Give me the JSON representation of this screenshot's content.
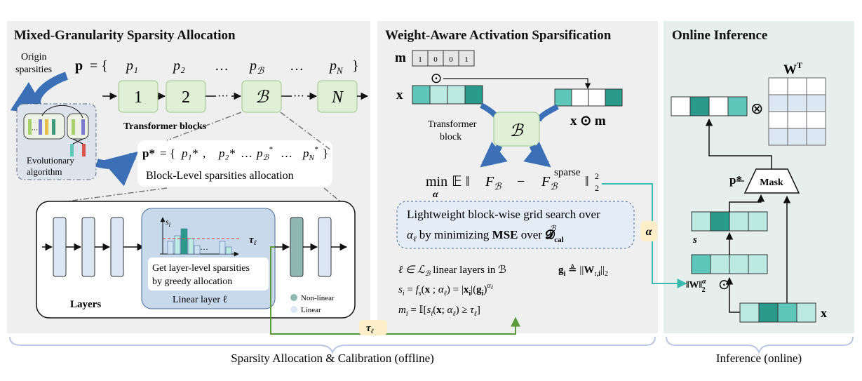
{
  "panels": {
    "left_title": "Mixed-Granularity Sparsity Allocation",
    "middle_title": "Weight-Aware Activation Sparsification",
    "right_title": "Online Inference"
  },
  "left": {
    "origin_sparsities": [
      "Origin",
      "sparsities"
    ],
    "p_vector": {
      "lhs": "p",
      "eq": "= {",
      "items": [
        "p₁",
        "p₂",
        "…",
        "p",
        "…",
        "p"
      ],
      "close": "}"
    },
    "blocks": [
      "1",
      "2",
      "ℬ",
      "N"
    ],
    "dots": "···",
    "transformer_blocks_label": "Transformer blocks",
    "evolutionary_label": [
      "Evolutionary",
      "algorithm"
    ],
    "p_star": {
      "lhs": "p*",
      "eq": "= {",
      "items": [
        "p₁*",
        ",",
        "p₂*",
        "…",
        "p",
        "…",
        "p"
      ],
      "close": "}"
    },
    "block_level_label": "Block-Level sparsities allocation",
    "layers_label": "Layers",
    "linear_layer_label": "Linear layer ℓ",
    "greedy_text": [
      "Get layer-level sparsities",
      "by greedy allocation"
    ],
    "si_label": "s",
    "tau_label": "τ",
    "legend": [
      "Non-linear",
      "Linear"
    ]
  },
  "middle": {
    "m_label": "m",
    "mask_bits": [
      "1",
      "0",
      "0",
      "1"
    ],
    "odot": "⊙",
    "x_label": "x",
    "xm_label": "x ⊙ m",
    "transformer_block_label": [
      "Transformer",
      "block"
    ],
    "block_symbol": "ℬ",
    "objective": {
      "min": "min",
      "alpha": "α",
      "E": "𝔼",
      "bars": "‖",
      "F": "F",
      "minus": "−",
      "sparse": "sparse",
      "norm": "‖",
      "sq": "2",
      "sub": "2"
    },
    "grid_search_text": [
      "Lightweight block-wise grid search over",
      "α",
      " by minimizing ",
      "MSE",
      " over ",
      "𝓓"
    ],
    "cal": "cal",
    "alpha_tag": "α",
    "eq1_left": "ℓ ∈ ℒ",
    "eq1_mid": " linear layers in ℬ",
    "eq1_right": "g",
    "eq2": "s",
    "eq3": "m",
    "tau_tag": "τ"
  },
  "right": {
    "wt_label": "W",
    "otimes": "⊗",
    "p_star": "p*",
    "mask_label": "Mask",
    "s_label": "s",
    "w_norm_label": "‖W‖",
    "odot": "⊙",
    "x_label": "x"
  },
  "bottom": {
    "offline_label": "Sparsity Allocation & Calibration (offline)",
    "online_label": "Inference (online)"
  },
  "colors": {
    "panel_bg": "#efefef",
    "right_bg": "#e6efeb",
    "block_fill": "#dff0d6",
    "block_stroke": "#9cc48b",
    "layer_fill": "#dbe7f3",
    "teal_dark": "#2a9a8a",
    "teal_mid": "#5ec7b9",
    "teal_light": "#bde9e3",
    "arrow_blue": "#3b6fb6",
    "green_line": "#5a9a3a",
    "cyan_line": "#3bbab0"
  }
}
